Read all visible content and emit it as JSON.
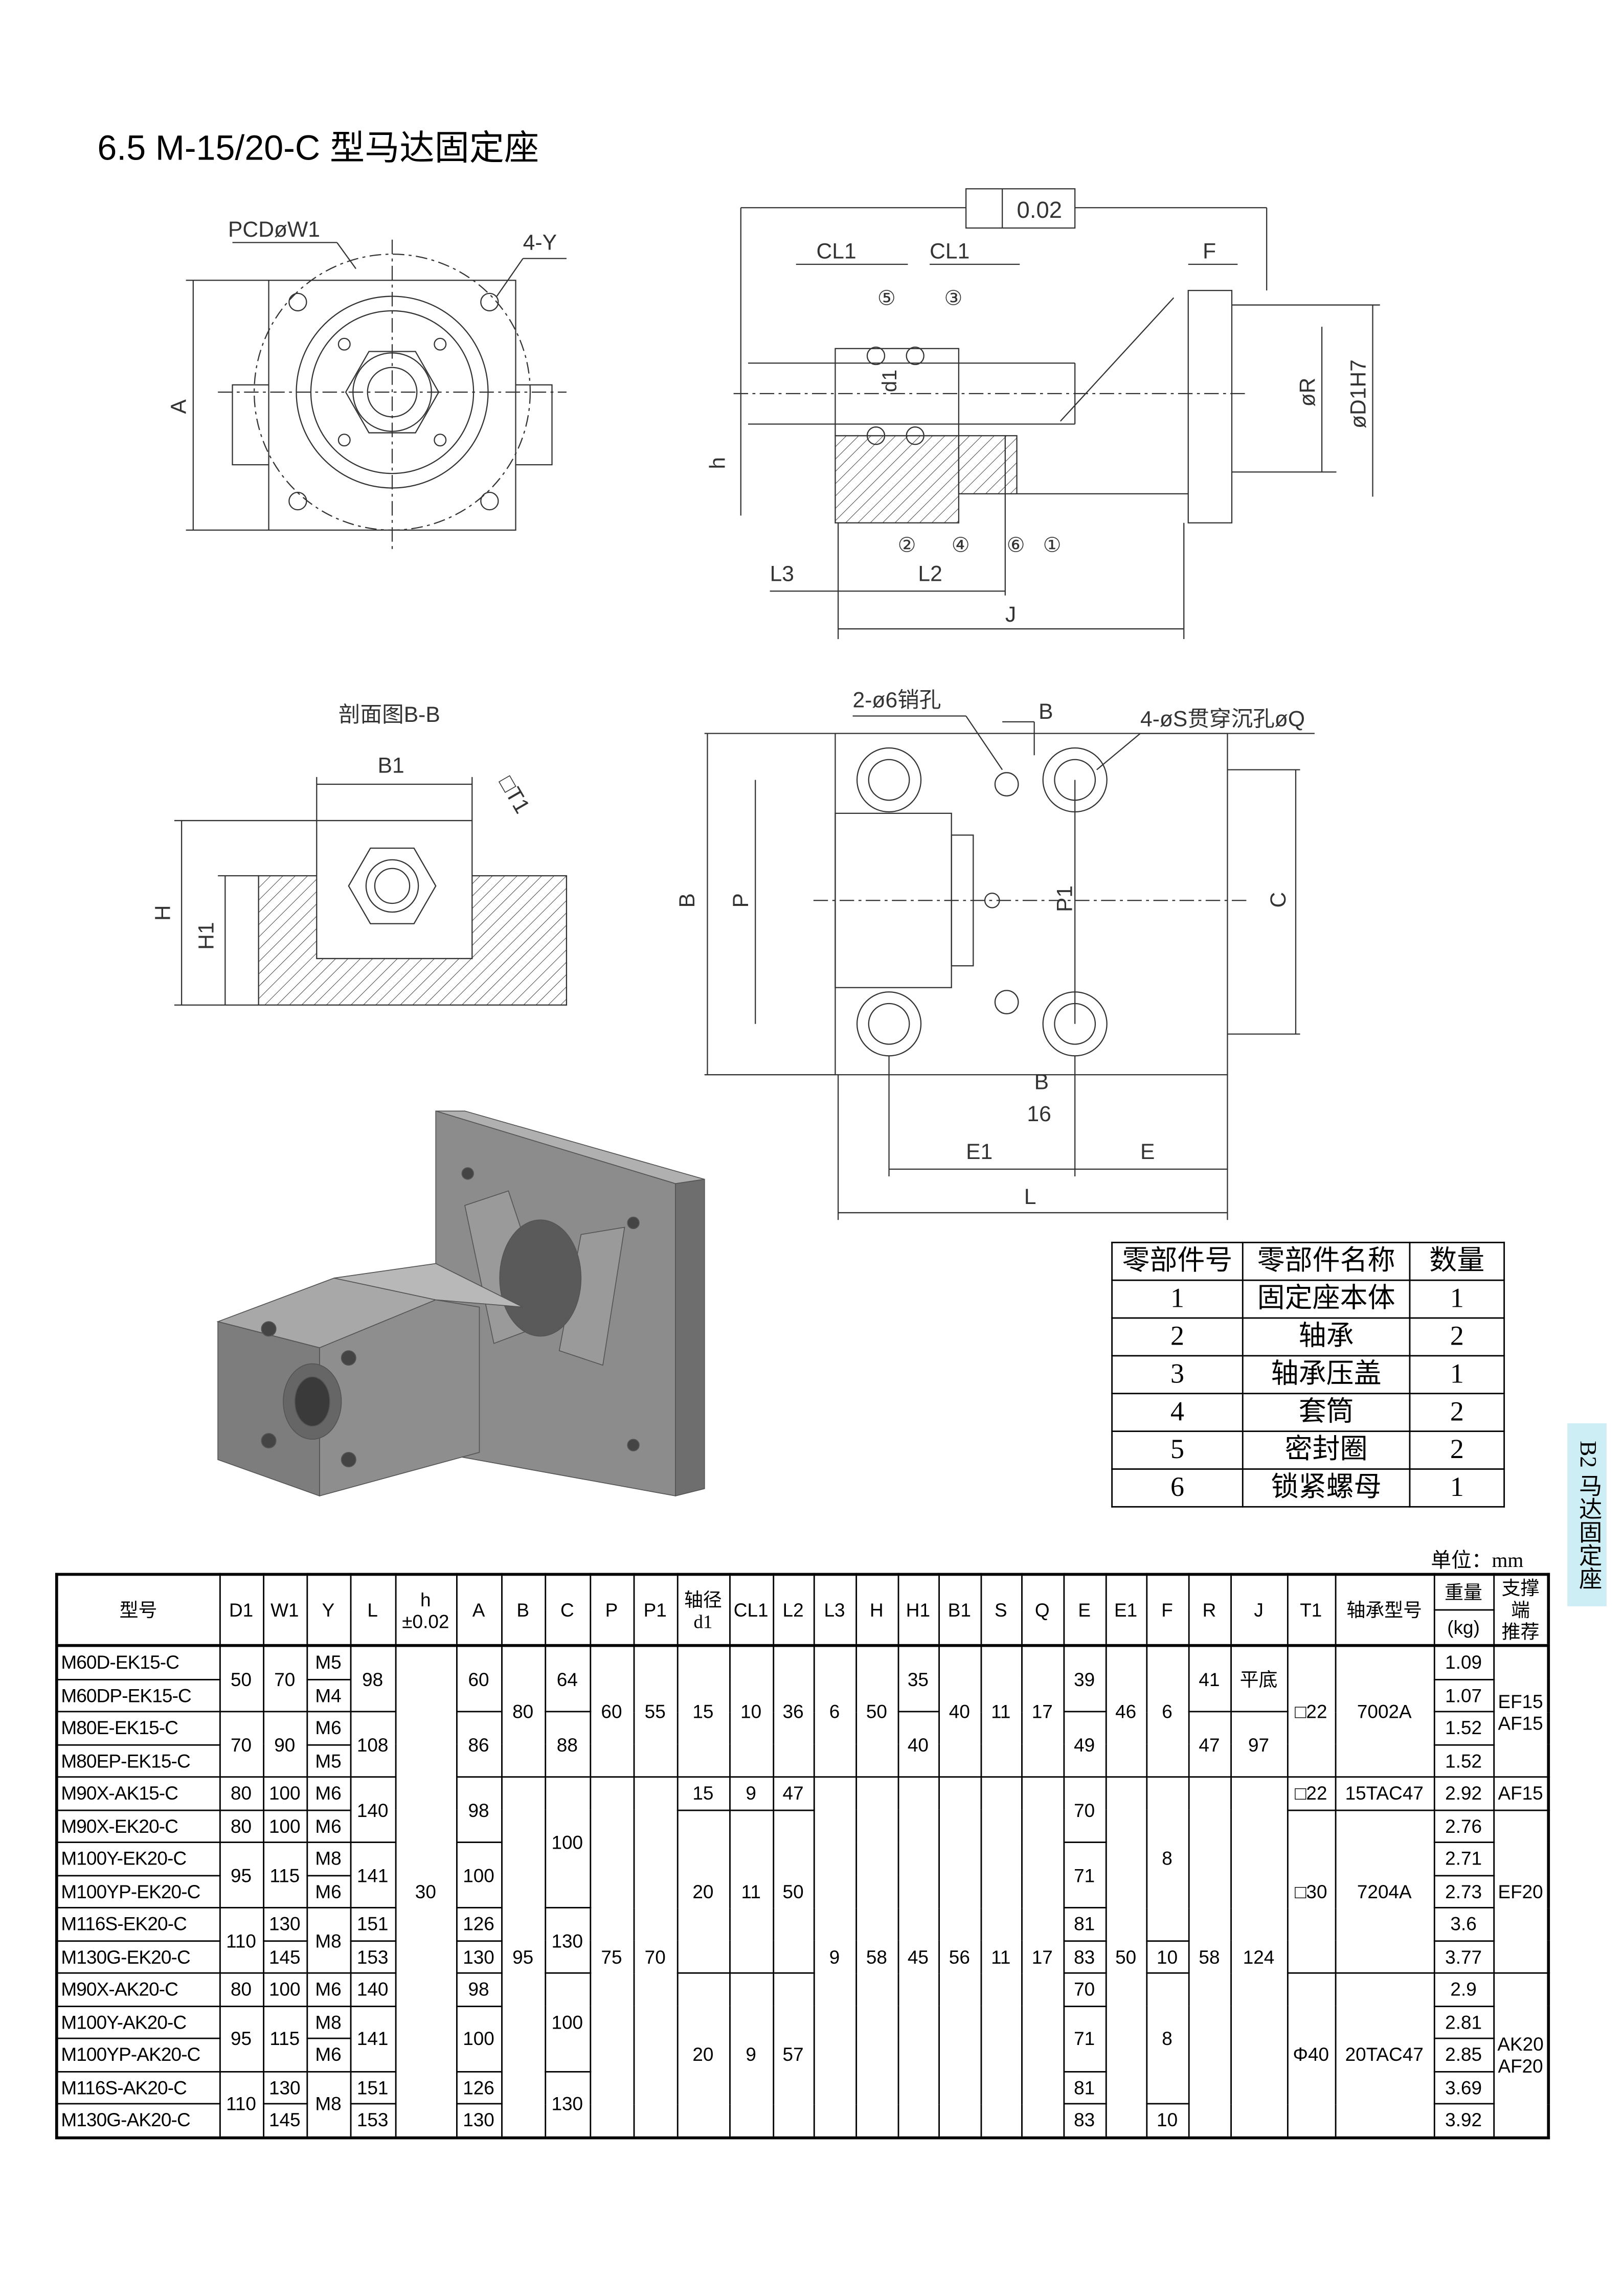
{
  "title": "6.5 M-15/20-C 型马达固定座",
  "drawing_labels": {
    "pcd": "PCDøW1",
    "four_y": "4-Y",
    "a": "A",
    "tolerance": "0.02",
    "cl1_left": "CL1",
    "cl1_right": "CL1",
    "f": "F",
    "d1": "d1",
    "r": "øR",
    "d1h7": "øD1H7",
    "h": "h",
    "l3": "L3",
    "l2": "L2",
    "j": "J",
    "callouts": [
      "⑤",
      "③",
      "②",
      "④",
      "⑥",
      "①"
    ],
    "section_title": "剖面图B-B",
    "b1": "B1",
    "t1": "□T1",
    "h_big": "H",
    "h1": "H1",
    "pin_hole": "2-ø6销孔",
    "b_top": "B",
    "counterbore": "4-øS贯穿沉孔øQ",
    "b_side": "B",
    "p": "P",
    "p1": "P1",
    "c": "C",
    "b_bottom": "B",
    "sixteen": "16",
    "e1": "E1",
    "e": "E",
    "l": "L"
  },
  "parts_table": {
    "headers": [
      "零部件号",
      "零部件名称",
      "数量"
    ],
    "rows": [
      [
        "1",
        "固定座本体",
        "1"
      ],
      [
        "2",
        "轴承",
        "2"
      ],
      [
        "3",
        "轴承压盖",
        "1"
      ],
      [
        "4",
        "套筒",
        "2"
      ],
      [
        "5",
        "密封圈",
        "2"
      ],
      [
        "6",
        "锁紧螺母",
        "1"
      ]
    ]
  },
  "side_tab": "B2 马达固定座",
  "spec_table": {
    "unit": "单位：mm",
    "headers": [
      "型号",
      "D1",
      "W1",
      "Y",
      "L",
      "h\n±0.02",
      "A",
      "B",
      "C",
      "P",
      "P1",
      "轴径\nd1",
      "CL1",
      "L2",
      "L3",
      "H",
      "H1",
      "B1",
      "S",
      "Q",
      "E",
      "E1",
      "F",
      "R",
      "J",
      "T1",
      "轴承型号"
    ],
    "weight_header": "重量",
    "weight_unit": "(kg)",
    "support_header": "支撑端\n推荐",
    "rows": [
      [
        "M60D-EK15-C",
        [
          "50",
          2
        ],
        [
          "70",
          2
        ],
        "M5",
        [
          "98",
          2
        ],
        [
          "30",
          15
        ],
        [
          "60",
          2
        ],
        [
          "80",
          4
        ],
        [
          "64",
          2
        ],
        [
          "60",
          4
        ],
        [
          "55",
          4
        ],
        [
          "15",
          4
        ],
        [
          "10",
          4
        ],
        [
          "36",
          4
        ],
        [
          "6",
          4
        ],
        [
          "50",
          4
        ],
        [
          "35",
          2
        ],
        [
          "40",
          4
        ],
        [
          "11",
          4
        ],
        [
          "17",
          4
        ],
        [
          "39",
          2
        ],
        [
          "46",
          4
        ],
        [
          "6",
          4
        ],
        [
          "41",
          2
        ],
        [
          "平底",
          2
        ],
        [
          "□22",
          4
        ],
        [
          "7002A",
          4
        ],
        "1.09",
        [
          "EF15\nAF15",
          4
        ]
      ],
      [
        "M60DP-EK15-C",
        "M4",
        "1.07"
      ],
      [
        "M80E-EK15-C",
        [
          "70",
          2
        ],
        [
          "90",
          2
        ],
        "M6",
        [
          "108",
          2
        ],
        [
          "86",
          2
        ],
        [
          "88",
          2
        ],
        [
          "40",
          2
        ],
        [
          "49",
          2
        ],
        [
          "47",
          2
        ],
        [
          "97",
          2
        ],
        "1.52"
      ],
      [
        "M80EP-EK15-C",
        "M5",
        "1.52"
      ],
      [
        "M90X-AK15-C",
        "80",
        "100",
        "M6",
        [
          "140",
          2
        ],
        [
          "98",
          2
        ],
        [
          "95",
          11
        ],
        [
          "100",
          4
        ],
        [
          "75",
          11
        ],
        [
          "70",
          11
        ],
        "15",
        "9",
        "47",
        [
          "9",
          11
        ],
        [
          "58",
          11
        ],
        [
          "45",
          11
        ],
        [
          "56",
          11
        ],
        [
          "11",
          11
        ],
        [
          "17",
          11
        ],
        [
          "70",
          2
        ],
        [
          "50",
          11
        ],
        [
          "8",
          5
        ],
        [
          "58",
          11
        ],
        [
          "124",
          11
        ],
        "□22",
        "15TAC47",
        "2.92",
        "AF15"
      ],
      [
        "M90X-EK20-C",
        "80",
        "100",
        "M6",
        [
          "20",
          5
        ],
        [
          "11",
          5
        ],
        [
          "50",
          5
        ],
        [
          "□30",
          5
        ],
        [
          "7204A",
          5
        ],
        "2.76",
        [
          "EF20",
          5
        ]
      ],
      [
        "M100Y-EK20-C",
        [
          "95",
          2
        ],
        [
          "115",
          2
        ],
        "M8",
        [
          "141",
          2
        ],
        [
          "100",
          2
        ],
        [
          "71",
          2
        ],
        "2.71"
      ],
      [
        "M100YP-EK20-C",
        "M6",
        "2.73"
      ],
      [
        "M116S-EK20-C",
        [
          "110",
          2
        ],
        "130",
        [
          "M8",
          2
        ],
        "151",
        "126",
        [
          "130",
          2
        ],
        "81",
        "3.6"
      ],
      [
        "M130G-EK20-C",
        "145",
        "153",
        "130",
        "83",
        "10",
        "3.77"
      ],
      [
        "M90X-AK20-C",
        "80",
        "100",
        "M6",
        "140",
        "98",
        [
          "100",
          3
        ],
        [
          "20",
          5
        ],
        [
          "9",
          5
        ],
        [
          "57",
          5
        ],
        "70",
        [
          "8",
          4
        ],
        [
          "Φ40",
          5
        ],
        [
          "20TAC47",
          5
        ],
        "2.9",
        [
          "AK20\nAF20",
          5
        ]
      ],
      [
        "M100Y-AK20-C",
        [
          "95",
          2
        ],
        [
          "115",
          2
        ],
        "M8",
        [
          "141",
          2
        ],
        [
          "100",
          2
        ],
        [
          "71",
          2
        ],
        "2.81"
      ],
      [
        "M100YP-AK20-C",
        "M6",
        "2.85"
      ],
      [
        "M116S-AK20-C",
        [
          "110",
          2
        ],
        "130",
        [
          "M8",
          2
        ],
        "151",
        "126",
        [
          "130",
          2
        ],
        "81",
        "3.69"
      ],
      [
        "M130G-AK20-C",
        "145",
        "153",
        "130",
        "83",
        "10",
        "3.92"
      ]
    ]
  }
}
